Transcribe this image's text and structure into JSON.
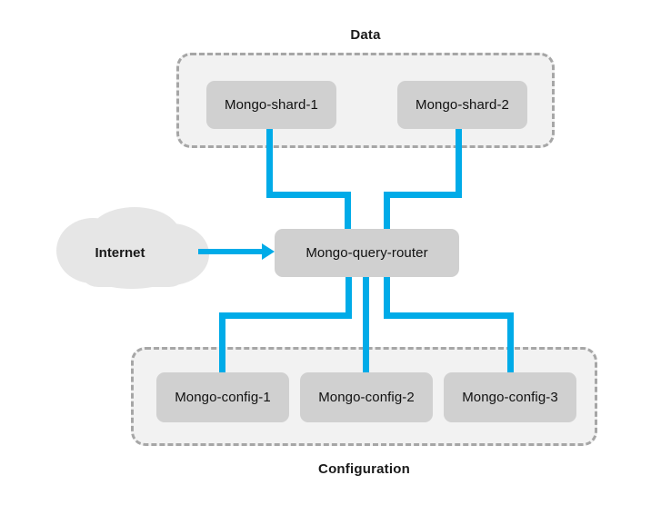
{
  "diagram": {
    "title_visible": false,
    "colors": {
      "connector_blue": "#00ABE8",
      "node_fill": "#d0d0d0",
      "group_fill": "#f2f2f2",
      "group_border": "#a6a6a6",
      "cloud_fill": "#e6e6e6",
      "background": "#ffffff",
      "text": "#111111"
    },
    "groups": [
      {
        "id": "data",
        "label": "Data",
        "label_position": "top"
      },
      {
        "id": "configuration",
        "label": "Configuration",
        "label_position": "bottom"
      }
    ],
    "nodes": {
      "shards": [
        {
          "id": "shard-1",
          "label": "Mongo-shard-1"
        },
        {
          "id": "shard-2",
          "label": "Mongo-shard-2"
        }
      ],
      "router": {
        "id": "query-router",
        "label": "Mongo-query-router"
      },
      "configs": [
        {
          "id": "config-1",
          "label": "Mongo-config-1"
        },
        {
          "id": "config-2",
          "label": "Mongo-config-2"
        },
        {
          "id": "config-3",
          "label": "Mongo-config-3"
        }
      ],
      "cloud": {
        "id": "internet",
        "label": "Internet"
      }
    },
    "edges": [
      {
        "from": "internet",
        "to": "query-router",
        "style": "arrow"
      },
      {
        "from": "shard-1",
        "to": "query-router",
        "style": "orthogonal"
      },
      {
        "from": "shard-2",
        "to": "query-router",
        "style": "orthogonal"
      },
      {
        "from": "query-router",
        "to": "config-1",
        "style": "orthogonal"
      },
      {
        "from": "query-router",
        "to": "config-2",
        "style": "straight"
      },
      {
        "from": "query-router",
        "to": "config-3",
        "style": "orthogonal"
      }
    ]
  }
}
